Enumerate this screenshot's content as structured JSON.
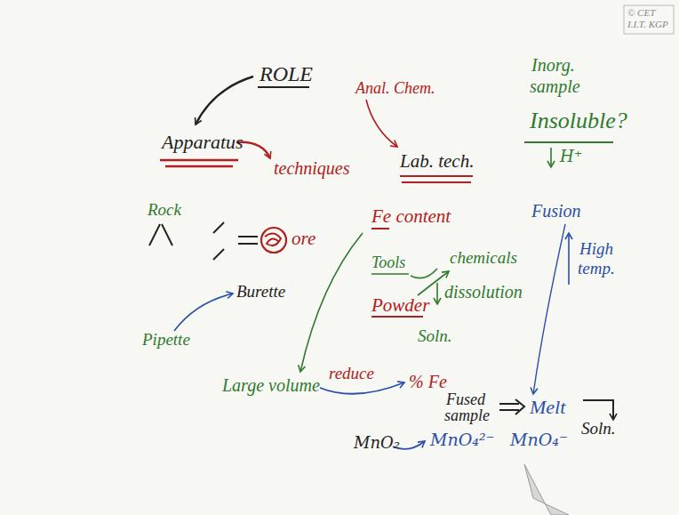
{
  "diagram": {
    "labels": [
      "© CET",
      "I.I.T. KGP",
      "ROLE",
      "Apparatus",
      "techniques",
      "Anal. Chem.",
      "Lab. tech.",
      "Inorg.",
      "sample",
      "Insoluble?",
      "H⁺",
      "Rock",
      "ore",
      "Fe content",
      "Tools",
      "chemicals",
      "dissolution",
      "Powder",
      "Burette",
      "Pipette",
      "Soln.",
      "Fusion",
      "High",
      "temp.",
      "Large volume",
      "reduce",
      "% Fe",
      "Fused",
      "sample",
      "Melt",
      "Soln.",
      "MnO₂",
      "MnO₄²⁻",
      "MnO₄⁻"
    ]
  }
}
